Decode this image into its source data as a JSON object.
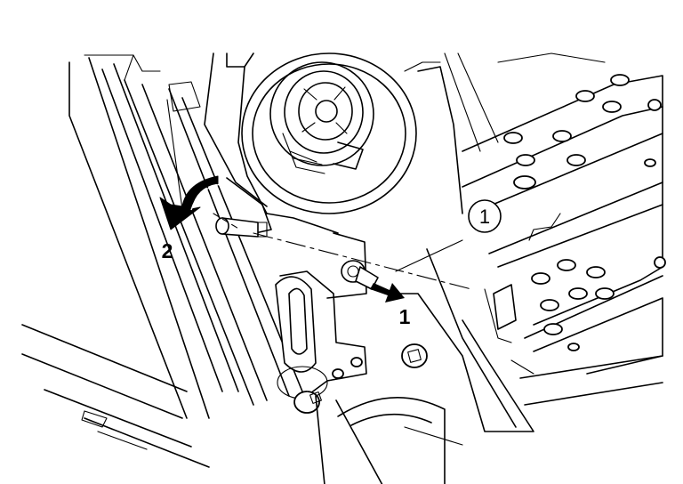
{
  "diagram": {
    "callout": "1",
    "step_labels": [
      "1",
      "2"
    ]
  },
  "colors": {
    "line": "#000000",
    "background": "#ffffff",
    "arrow_fill": "#000000"
  }
}
